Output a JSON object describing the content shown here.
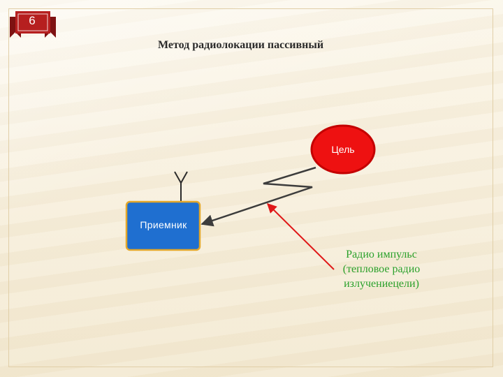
{
  "slide": {
    "number": "6",
    "title": "Метод радиолокации пассивный"
  },
  "diagram": {
    "target_label": "Цель",
    "receiver_label": "Приемник",
    "annotation_lines": [
      "Радио импульс",
      "(тепловое радио",
      "излучениецели)"
    ]
  },
  "colors": {
    "target_fill": "#ee1111",
    "target_border": "#c40000",
    "receiver_fill": "#1f6fd0",
    "receiver_border": "#e3a72a",
    "signal_line": "#3c3c3c",
    "pointer_arrow": "#e01818",
    "annotation_text": "#2aa02a",
    "ribbon": "#b61f1f"
  }
}
